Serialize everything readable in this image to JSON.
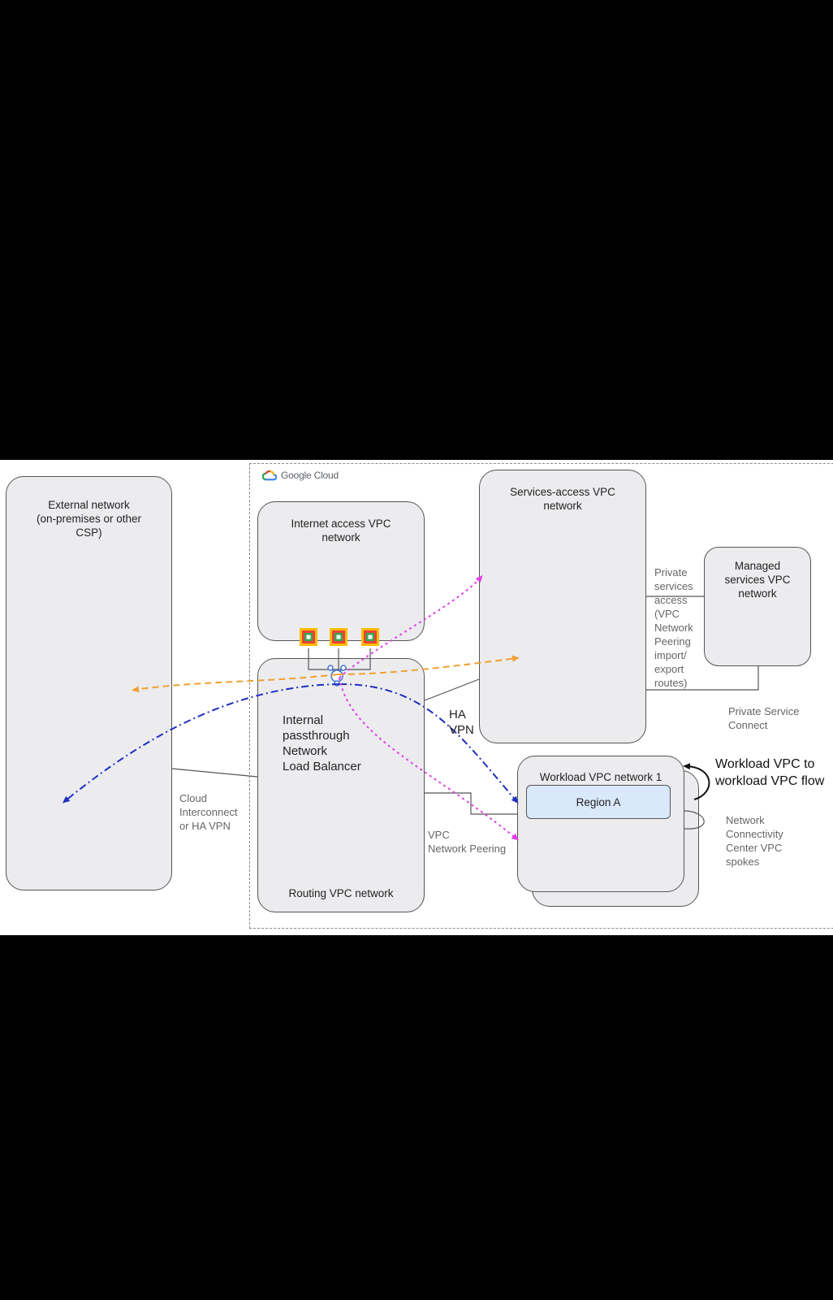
{
  "brand": {
    "google_cloud_label": "Google Cloud"
  },
  "boxes": {
    "external": "External network\n(on-premises or other\nCSP)",
    "internet_access": "Internet access VPC\nnetwork",
    "routing": "Routing VPC network",
    "services_access": "Services-access VPC\nnetwork",
    "managed_services": "Managed\nservices VPC\nnetwork",
    "workload": "Workload VPC network 1",
    "region": "Region A"
  },
  "labels": {
    "load_balancer": "Internal\npassthrough\nNetwork\nLoad Balancer",
    "ha_vpn": "HA\nVPN",
    "cloud_interconnect": "Cloud\nInterconnect\nor HA VPN",
    "vpc_peering": "VPC\nNetwork Peering",
    "private_services_access": "Private\nservices\naccess\n(VPC\nNetwork\nPeering\nimport/\nexport\nroutes)",
    "private_service_connect": "Private Service\nConnect",
    "ncc_spokes": "Network\nConnectivity\nCenter VPC\nspokes",
    "workload_flow": "Workload VPC to\nworkload VPC flow"
  },
  "icons": [
    "google-cloud-logo-icon",
    "vm-instance-icon",
    "load-balancer-icon"
  ],
  "colors": {
    "orange_flow": "#f0a030",
    "blue_flow": "#1f2fbf",
    "magenta_flow": "#e040e6",
    "box_fill": "#ececef",
    "region_fill": "#d9e8fb"
  }
}
